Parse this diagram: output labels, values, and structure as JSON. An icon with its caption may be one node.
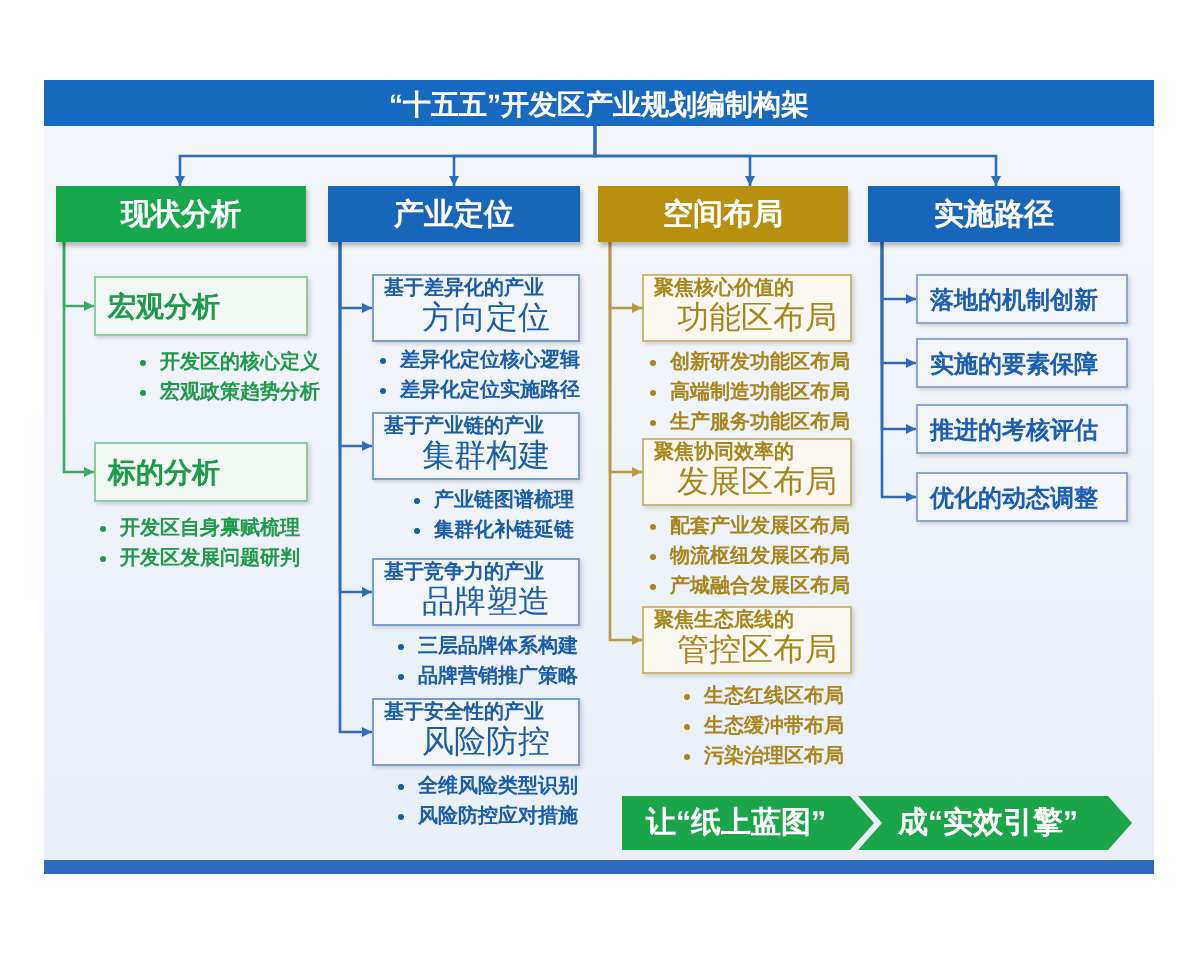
{
  "diagram": {
    "nodes": [
      {
        "text": [
          "“十五五”开发区产业规划编制构架"
        ]
      },
      {
        "text": [
          "现状分析"
        ]
      },
      {
        "text": [
          "产业定位"
        ]
      },
      {
        "text": [
          "空间布局"
        ]
      },
      {
        "text": [
          "实施路径"
        ]
      },
      {
        "text": [
          "宏观分析"
        ],
        "beside": [
          "开发区的核心定义",
          "宏观政策趋势分析"
        ]
      },
      {
        "text": [
          "标的分析"
        ],
        "beside": [
          "开发区自身禀赋梳理",
          "开发区发展问题研判"
        ]
      },
      {
        "text": [
          "基于差异化的产业",
          "方向定位"
        ],
        "beside": [
          "差异化定位核心逻辑",
          "差异化定位实施路径"
        ]
      },
      {
        "text": [
          "基于产业链的产业",
          "集群构建"
        ],
        "beside": [
          "产业链图谱梳理",
          "集群化补链延链"
        ]
      },
      {
        "text": [
          "基于竞争力的产业",
          "品牌塑造"
        ],
        "beside": [
          "三层品牌体系构建",
          "品牌营销推广策略"
        ]
      },
      {
        "text": [
          "基于安全性的产业",
          "风险防控"
        ],
        "beside": [
          "全维风险类型识别",
          "风险防控应对措施"
        ]
      },
      {
        "text": [
          "聚焦核心价值的",
          "功能区布局"
        ],
        "beside": [
          "创新研发功能区布局",
          "高端制造功能区布局",
          "生产服务功能区布局"
        ]
      },
      {
        "text": [
          "聚焦协同效率的",
          "发展区布局"
        ],
        "beside": [
          "配套产业发展区布局",
          "物流枢纽发展区布局",
          "产城融合发展区布局"
        ]
      },
      {
        "text": [
          "聚焦生态底线的",
          "管控区布局"
        ],
        "beside": [
          "生态红线区布局",
          "生态缓冲带布局",
          "污染治理区布局"
        ]
      },
      {
        "text": [
          "落地的机制创新"
        ]
      },
      {
        "text": [
          "实施的要素保障"
        ]
      },
      {
        "text": [
          "推进的考核评估"
        ]
      },
      {
        "text": [
          "优化的动态调整"
        ]
      },
      {
        "text": [
          "让“纸上蓝图”"
        ]
      },
      {
        "text": [
          "成“实效引擎”"
        ]
      }
    ],
    "edges": [
      {
        "from": 0,
        "to": 1,
        "arrow": "to"
      },
      {
        "from": 0,
        "to": 2,
        "arrow": "to"
      },
      {
        "from": 0,
        "to": 3,
        "arrow": "to"
      },
      {
        "from": 0,
        "to": 4,
        "arrow": "to"
      },
      {
        "from": 1,
        "to": 5,
        "arrow": "to",
        "color": "#3fa866"
      },
      {
        "from": 1,
        "to": 6,
        "arrow": "to",
        "color": "#3fa866"
      },
      {
        "from": 2,
        "to": 7,
        "arrow": "to"
      },
      {
        "from": 2,
        "to": 8,
        "arrow": "to"
      },
      {
        "from": 2,
        "to": 9,
        "arrow": "to"
      },
      {
        "from": 2,
        "to": 10,
        "arrow": "to"
      },
      {
        "from": 3,
        "to": 11,
        "arrow": "to",
        "color": "#b8993c"
      },
      {
        "from": 3,
        "to": 12,
        "arrow": "to",
        "color": "#b8993c"
      },
      {
        "from": 3,
        "to": 13,
        "arrow": "to",
        "color": "#b8993c"
      },
      {
        "from": 4,
        "to": 14,
        "arrow": "to"
      },
      {
        "from": 4,
        "to": 15,
        "arrow": "to"
      },
      {
        "from": 4,
        "to": 16,
        "arrow": "to"
      },
      {
        "from": 4,
        "to": 17,
        "arrow": "to"
      }
    ]
  }
}
